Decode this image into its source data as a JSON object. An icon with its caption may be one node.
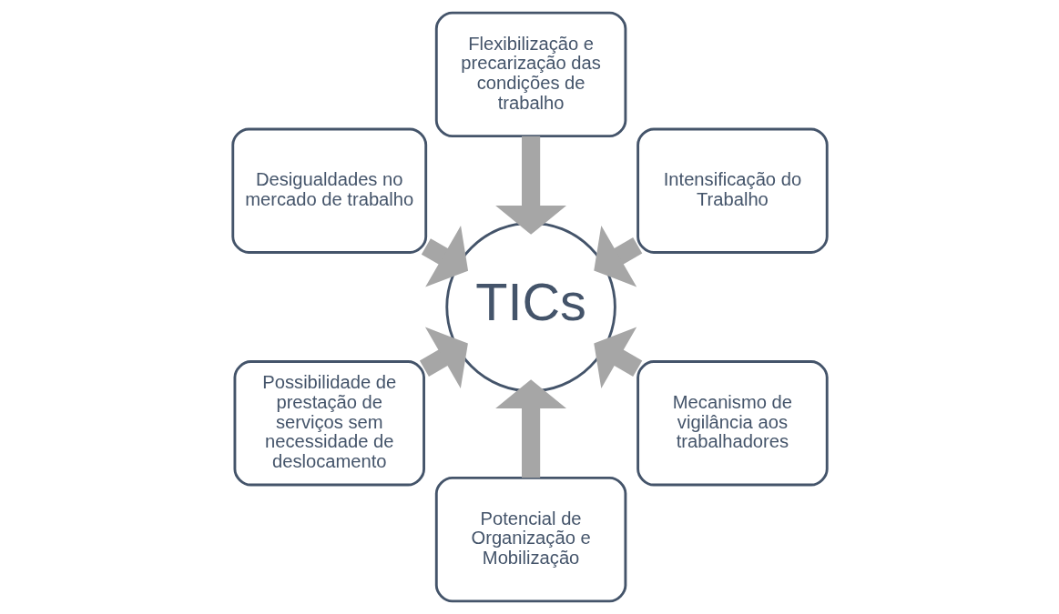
{
  "diagram": {
    "nodes": [
      {
        "text": [
          "Intensificação do Trabalho"
        ]
      },
      {
        "text": [
          "Flexibilização e precarização das condições de trabalho"
        ]
      },
      {
        "text": [
          "Desigualdades no mercado de trabalho"
        ]
      },
      {
        "text": [
          "Possibilidade de prestação de serviços sem necessidade de deslocamento"
        ]
      },
      {
        "text": [
          "Potencial de Organização e Mobilização"
        ]
      },
      {
        "text": [
          "Mecanismo de vigilância aos trabalhadores"
        ]
      },
      {
        "text": [
          "TICs"
        ]
      }
    ],
    "edges": [
      {
        "from": 0,
        "to": 6,
        "arrow": "to"
      },
      {
        "from": 1,
        "to": 6,
        "arrow": "to"
      },
      {
        "from": 2,
        "to": 6,
        "arrow": "to"
      },
      {
        "from": 3,
        "to": 6,
        "arrow": "to"
      },
      {
        "from": 4,
        "to": 6,
        "arrow": "to"
      },
      {
        "from": 5,
        "to": 6,
        "arrow": "to"
      }
    ]
  }
}
